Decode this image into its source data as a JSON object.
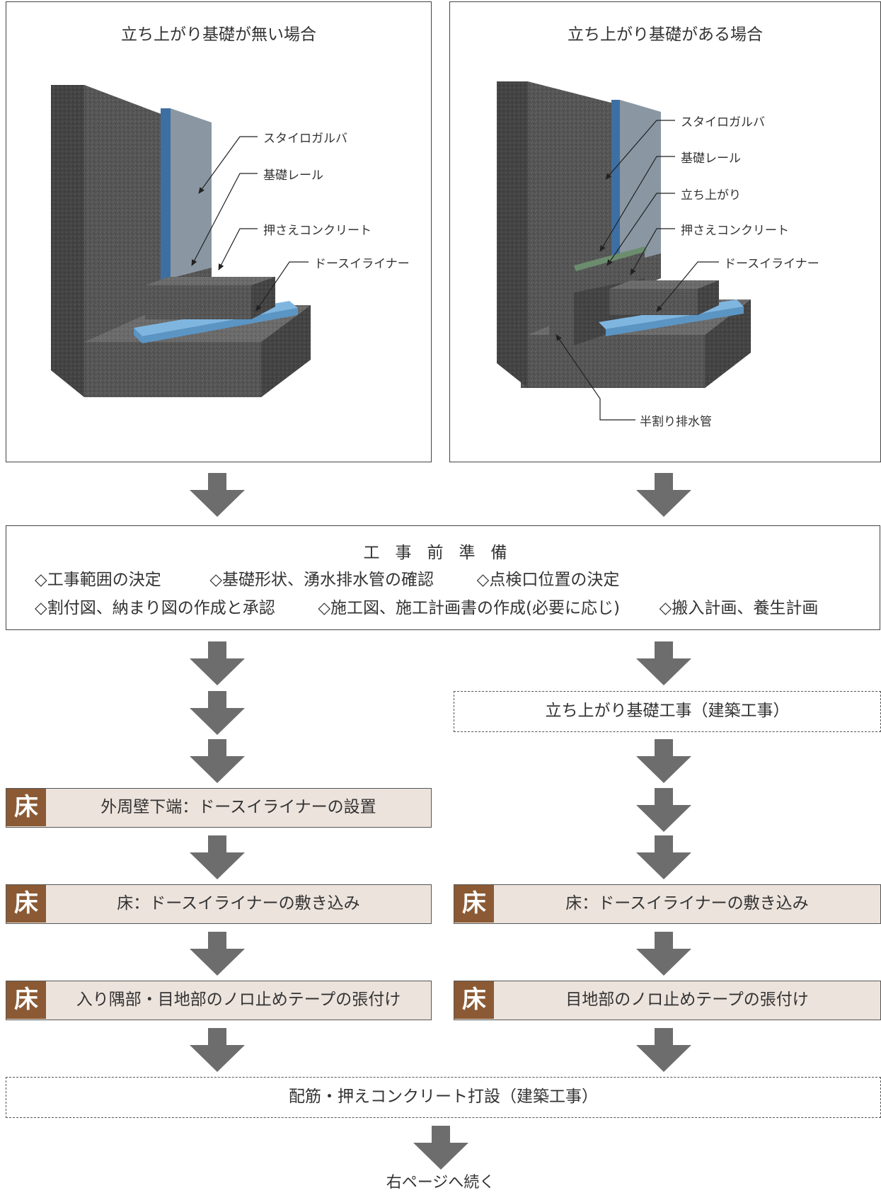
{
  "panels": [
    {
      "title": "立ち上がり基礎が無い場合",
      "labels": [
        "スタイロガルバ",
        "基礎レール",
        "押さえコンクリート",
        "ドースイライナー"
      ]
    },
    {
      "title": "立ち上がり基礎がある場合",
      "labels": [
        "スタイロガルバ",
        "基礎レール",
        "立ち上がり",
        "押さえコンクリート",
        "ドースイライナー",
        "半割り排水管"
      ]
    }
  ],
  "preparation": {
    "title": "工事前準備",
    "row1": [
      "◇工事範囲の決定",
      "◇基礎形状、湧水排水管の確認",
      "◇点検口位置の決定"
    ],
    "row2": [
      "◇割付図、納まり図の作成と承認",
      "◇施工図、施工計画書の作成(必要に応じ)",
      "◇搬入計画、養生計画"
    ]
  },
  "right_flow": {
    "foundation_work": "立ち上がり基礎工事（建築工事）",
    "step_floor": "床：ドースイライナーの敷き込み",
    "step_joint": "目地部のノロ止めテープの張付け"
  },
  "left_flow": {
    "step_perimeter": "外周壁下端：ドースイライナーの設置",
    "step_floor": "床：ドースイライナーの敷き込み",
    "step_corner": "入り隅部・目地部のノロ止めテープの張付け"
  },
  "badge": "床",
  "concrete_work": "配筋・押えコンクリート打設（建築工事）",
  "footer": "右ページへ続く",
  "colors": {
    "badge": "#8b5a34",
    "step_fill": "#ece3dc",
    "arrow": "#6d6d6d",
    "concrete": "#4e4e4e",
    "liner": "#7fb6e0",
    "styro": "#3d6fa3"
  }
}
